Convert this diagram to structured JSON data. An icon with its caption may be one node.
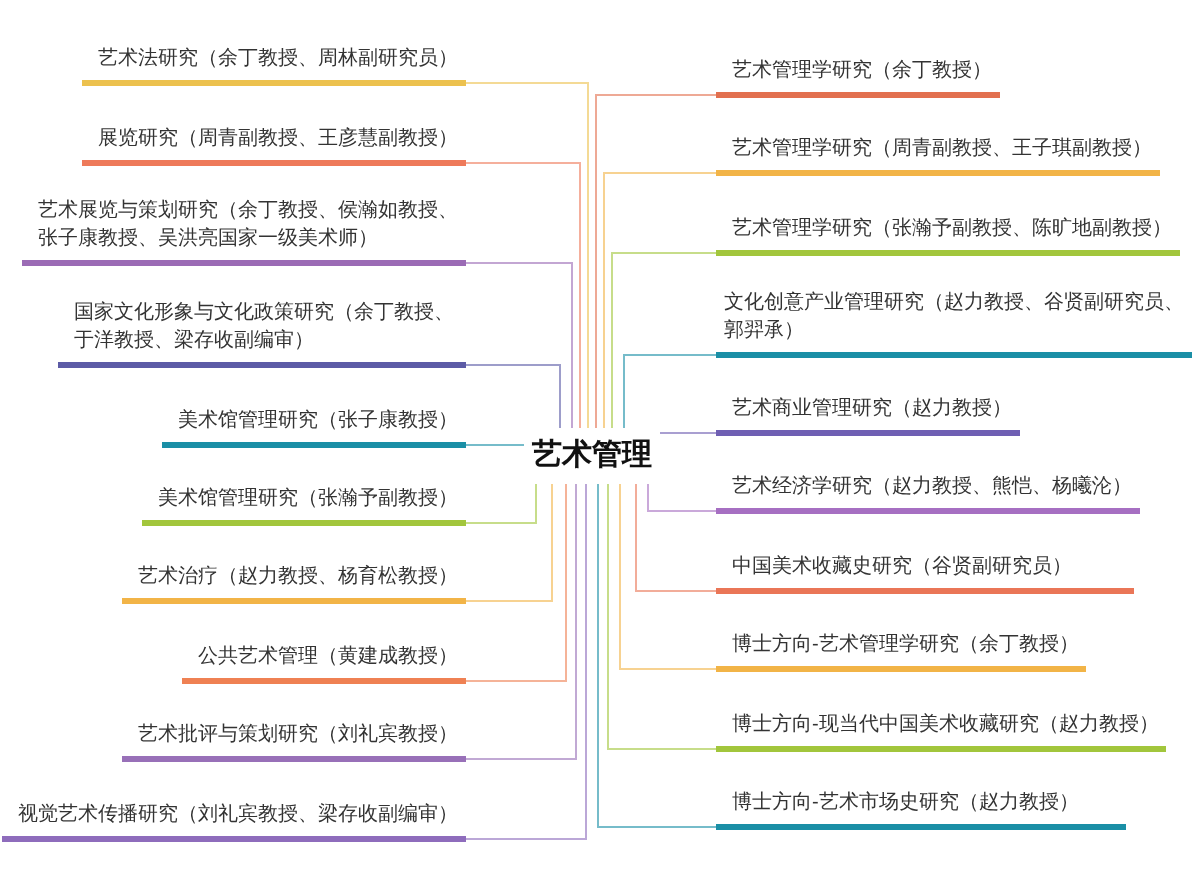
{
  "diagram": {
    "nodes": [
      {
        "text": [
          "艺术管理"
        ]
      },
      {
        "text": [
          "艺术法研究（余丁教授、周林副研究员）"
        ]
      },
      {
        "text": [
          "展览研究（周青副教授、王彦慧副教授）"
        ]
      },
      {
        "text": [
          "艺术展览与策划研究（余丁教授、侯瀚如教授、张子康教授、吴洪亮国家一级美术师）"
        ]
      },
      {
        "text": [
          "国家文化形象与文化政策研究（余丁教授、于洋教授、梁存收副编审）"
        ]
      },
      {
        "text": [
          "美术馆管理研究（张子康教授）"
        ]
      },
      {
        "text": [
          "美术馆管理研究（张瀚予副教授）"
        ]
      },
      {
        "text": [
          "艺术治疗（赵力教授、杨育松教授）"
        ]
      },
      {
        "text": [
          "公共艺术管理（黄建成教授）"
        ]
      },
      {
        "text": [
          "艺术批评与策划研究（刘礼宾教授）"
        ]
      },
      {
        "text": [
          "视觉艺术传播研究（刘礼宾教授、梁存收副编审）"
        ]
      },
      {
        "text": [
          "艺术管理学研究（余丁教授）"
        ]
      },
      {
        "text": [
          "艺术管理学研究（周青副教授、王子琪副教授）"
        ]
      },
      {
        "text": [
          "艺术管理学研究（张瀚予副教授、陈旷地副教授）"
        ]
      },
      {
        "text": [
          "文化创意产业管理研究（赵力教授、谷贤副研究员、郭羿承）"
        ]
      },
      {
        "text": [
          "艺术商业管理研究（赵力教授）"
        ]
      },
      {
        "text": [
          "艺术经济学研究（赵力教授、熊恺、杨曦沦）"
        ]
      },
      {
        "text": [
          "中国美术收藏史研究（谷贤副研究员）"
        ]
      },
      {
        "text": [
          "博士方向-艺术管理学研究（余丁教授）"
        ]
      },
      {
        "text": [
          "博士方向-现当代中国美术收藏研究（赵力教授）"
        ]
      },
      {
        "text": [
          "博士方向-艺术市场史研究（赵力教授）"
        ]
      }
    ],
    "edges": [
      {
        "from": 0,
        "to": 1,
        "arrow": "none",
        "color": "#ecc14e"
      },
      {
        "from": 0,
        "to": 2,
        "arrow": "none",
        "color": "#ee7a5a"
      },
      {
        "from": 0,
        "to": 3,
        "arrow": "none",
        "color": "#9b6bb5"
      },
      {
        "from": 0,
        "to": 4,
        "arrow": "none",
        "color": "#5c5ba6"
      },
      {
        "from": 0,
        "to": 5,
        "arrow": "none",
        "color": "#1a8fa6"
      },
      {
        "from": 0,
        "to": 6,
        "arrow": "none",
        "color": "#a2c63c"
      },
      {
        "from": 0,
        "to": 7,
        "arrow": "none",
        "color": "#f2b447"
      },
      {
        "from": 0,
        "to": 8,
        "arrow": "none",
        "color": "#ef8153"
      },
      {
        "from": 0,
        "to": 9,
        "arrow": "none",
        "color": "#9870b8"
      },
      {
        "from": 0,
        "to": 10,
        "arrow": "none",
        "color": "#8e6cbc"
      },
      {
        "from": 0,
        "to": 11,
        "arrow": "none",
        "color": "#e2704f"
      },
      {
        "from": 0,
        "to": 12,
        "arrow": "none",
        "color": "#f2b447"
      },
      {
        "from": 0,
        "to": 13,
        "arrow": "none",
        "color": "#a2c63c"
      },
      {
        "from": 0,
        "to": 14,
        "arrow": "none",
        "color": "#1a8fa6"
      },
      {
        "from": 0,
        "to": 15,
        "arrow": "none",
        "color": "#6f5fb3"
      },
      {
        "from": 0,
        "to": 16,
        "arrow": "none",
        "color": "#a66fc2"
      },
      {
        "from": 0,
        "to": 17,
        "arrow": "none",
        "color": "#ea7657"
      },
      {
        "from": 0,
        "to": 18,
        "arrow": "none",
        "color": "#f2b447"
      },
      {
        "from": 0,
        "to": 19,
        "arrow": "none",
        "color": "#a2c63c"
      },
      {
        "from": 0,
        "to": 20,
        "arrow": "none",
        "color": "#1a8fa6"
      }
    ]
  }
}
